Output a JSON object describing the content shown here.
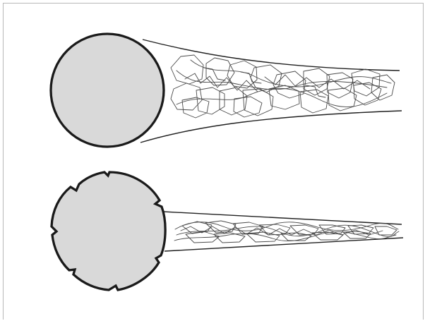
{
  "figure": {
    "colors": {
      "fiber_fill": "#d9d9d9",
      "fiber_outline": "#1a1a1a",
      "fibril_lines": "#4a4a4a",
      "frame": "#b8b8b8"
    },
    "items": [
      {
        "name": "round-fiber-with-loose-fibril-tangle",
        "cross_section": "smooth-circle"
      },
      {
        "name": "notched-fiber-with-compact-fibril-tangle",
        "cross_section": "notched-circle"
      }
    ]
  }
}
